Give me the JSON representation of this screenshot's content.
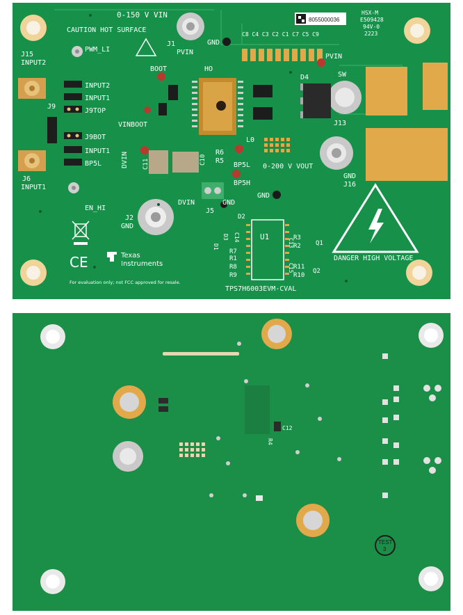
{
  "top_board": {
    "vin_label": "0-150 V VIN",
    "caution_label": "CAUTION HOT SURFACE",
    "j1_label": "J1",
    "pvin_label_left": "PVIN",
    "gnd_top_label": "GND",
    "pvin_label_right": "PVIN",
    "serial": "8055000036",
    "hsxm": "HSX-M",
    "e_number": "E509428",
    "v0_label": "94V-0",
    "datecode": "2223",
    "cap_labels_top": "C8 C4 C3 C2 C1 C7 C5 C9",
    "j15_label": "J15",
    "input2_connector": "INPUT2",
    "pwm_li_label": "PWM_LI",
    "boot_label": "BOOT",
    "h0_label": "HO",
    "input2_header": "INPUT2",
    "input1_header": "INPUT1",
    "j9top_label": "J9TOP",
    "j9_label": "J9",
    "d4_label": "D4",
    "sw_label": "SW",
    "j13_label": "J13",
    "vinboot_label": "VINBOOT",
    "j9bot_label": "J9BOT",
    "input1_header2": "INPUT1",
    "bp5l_header": "BP5L",
    "dvin_vertical": "DVIN",
    "c11_label": "C11",
    "c10_label": "C10",
    "r6_label": "R6",
    "r5_label": "R5",
    "l0_label": "L0",
    "bp5l_label": "BP5L",
    "bp5h_label": "BP5H",
    "vout_label": "0-200 V VOUT",
    "gnd_j16": "GND",
    "j16_label": "J16",
    "j6_label": "J6",
    "input1_connector": "INPUT1",
    "en_hi_label": "EN_HI",
    "dvin_label": "DVIN",
    "j5_label": "J5",
    "gnd_j5": "GND",
    "gnd_mid": "GND",
    "j2_label": "J2",
    "gnd_j2": "GND",
    "d2_label": "D2",
    "c14_label": "C14",
    "d3_label": "D3",
    "d1_label": "D1",
    "u1_label": "U1",
    "r3_label": "R3",
    "r2_label": "R2",
    "c13_label": "C13",
    "q1_label": "Q1",
    "r7_label": "R7",
    "r1_label": "R1",
    "r8_label": "R8",
    "r9_label": "R9",
    "r11_label": "R11",
    "r10_label": "R10",
    "c15_label": "C15",
    "q2_label": "Q2",
    "ce_mark": "CE",
    "ti_texas": "Texas",
    "ti_instruments": "Instruments",
    "danger_label": "DANGER HIGH VOLTAGE",
    "fcc_note": "For evaluation only; not FCC approved for resale.",
    "board_name": "TPS7H6003EVM-CVAL"
  },
  "bottom_board": {
    "c12_label": "C12",
    "r4_label": "R4",
    "test_stamp": "TEST",
    "test_stamp_num": "3"
  },
  "colors": {
    "pcb_green": "#17914a",
    "gold": "#e2a94a",
    "silkscreen": "#ffffff"
  }
}
